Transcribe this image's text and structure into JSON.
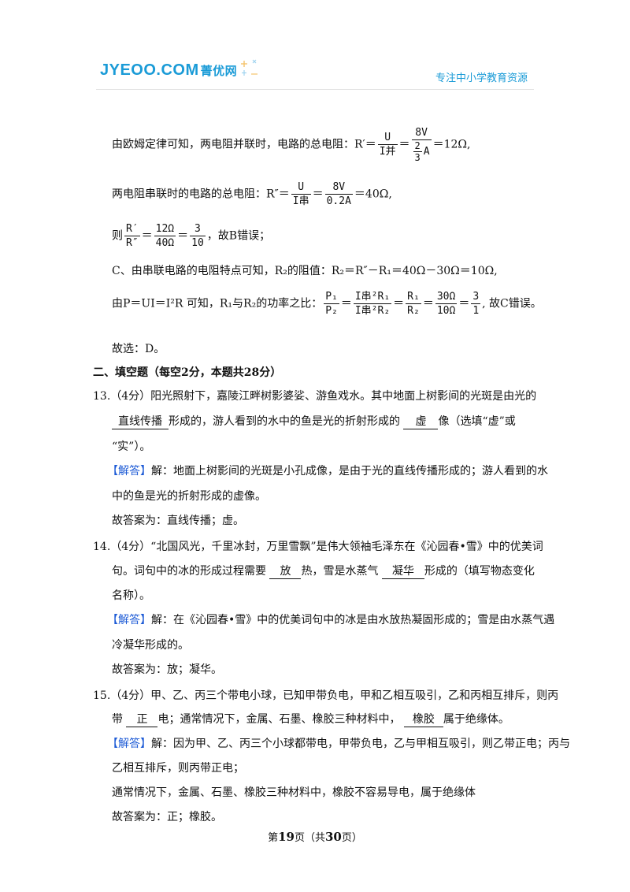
{
  "header": {
    "logo_text": "JYEOO.COM",
    "logo_cn": "菁优网",
    "tagline": "专注中小学教育资源"
  },
  "solution_cont": {
    "l1_pre": "由欧姆定律可知，两电阻并联时，电路的总电阻：R′＝",
    "l1_f1_num": "U",
    "l1_f1_den": "I并",
    "l1_f2_num": "8V",
    "l1_f2_den_num": "2",
    "l1_f2_den_den": "3",
    "l1_f2_den_unit": "A",
    "l1_post": "＝12Ω,",
    "l2_pre": "两电阻串联时的电路的总电阻：R″＝",
    "l2_f1_num": "U",
    "l2_f1_den": "I串",
    "l2_f2_num": "8V",
    "l2_f2_den": "0.2A",
    "l2_post": "＝40Ω,",
    "l3_pre": "则",
    "l3_f1_num": "R′",
    "l3_f1_den": "R″",
    "l3_f2_num": "12Ω",
    "l3_f2_den": "40Ω",
    "l3_f3_num": "3",
    "l3_f3_den": "10",
    "l3_post": "，故B错误；",
    "l4": "C、由串联电路的电阻特点可知，R₂的阻值：R₂＝R″－R₁＝40Ω－30Ω＝10Ω,",
    "l5_pre": "由P＝UI＝I²R 可知，R₁与R₂的功率之比：",
    "l5_f1_num": "P₁",
    "l5_f1_den": "P₂",
    "l5_f2_num": "I串²R₁",
    "l5_f2_den": "I串²R₂",
    "l5_f3_num": "R₁",
    "l5_f3_den": "R₂",
    "l5_f4_num": "30Ω",
    "l5_f4_den": "10Ω",
    "l5_f5_num": "3",
    "l5_f5_den": "1",
    "l5_post": ", 故C错误。",
    "choice": "故选：D。"
  },
  "section": {
    "title": "二、填空题（每空2分，本题共28分）"
  },
  "q13": {
    "l1": "13.（4分）阳光照射下，嘉陵江畔树影婆娑、游鱼戏水。其中地面上树影间的光斑是由光的",
    "ans1": "直线传播",
    "l2_mid": "形成的，游人看到的水中的鱼是光的折射形成的",
    "ans2": "虚",
    "l2_post": "像（选填“虚”或",
    "l3": "“实”）。",
    "tag": "【解答】",
    "exp1": "解：地面上树影间的光斑是小孔成像，是由于光的直线传播形成的；游人看到的水",
    "exp2": "中的鱼是光的折射形成的虚像。",
    "final": "故答案为：直线传播；虚。"
  },
  "q14": {
    "l1": "14.（4分）“北国风光，千里冰封，万里雪飘”是伟大领袖毛泽东在《沁园春•雪》中的优美词",
    "l2_pre": "句。词句中的冰的形成过程需要",
    "ans1": "放",
    "l2_mid": "热，雪是水蒸气",
    "ans2": "凝华",
    "l2_post": "形成的（填写物态变化",
    "l3": "名称）。",
    "tag": "【解答】",
    "exp1": "解：在《沁园春•雪》中的优美词句中的冰是由水放热凝固形成的；雪是由水蒸气遇",
    "exp2": "冷凝华形成的。",
    "final": "故答案为：放；凝华。"
  },
  "q15": {
    "l1": "15.（4分）甲、乙、丙三个带电小球，已知甲带负电，甲和乙相互吸引，乙和丙相互排斥，则丙",
    "l2_pre": "带",
    "ans1": "正",
    "l2_mid": "电；通常情况下，金属、石墨、橡胶三种材料中，",
    "ans2": "橡胶",
    "l2_post": "属于绝缘体。",
    "tag": "【解答】",
    "exp1": "解：因为甲、乙、丙三个小球都带电，甲带负电，乙与甲相互吸引，则乙带正电；丙与",
    "exp2": "乙相互排斥，则丙带正电；",
    "exp3": "通常情况下，金属、石墨、橡胶三种材料中，橡胶不容易导电，属于绝缘体",
    "final": "故答案为：正；橡胶。"
  },
  "footer": {
    "pre": "第",
    "page": "19",
    "mid": "页（共",
    "total": "30",
    "post": "页）"
  }
}
